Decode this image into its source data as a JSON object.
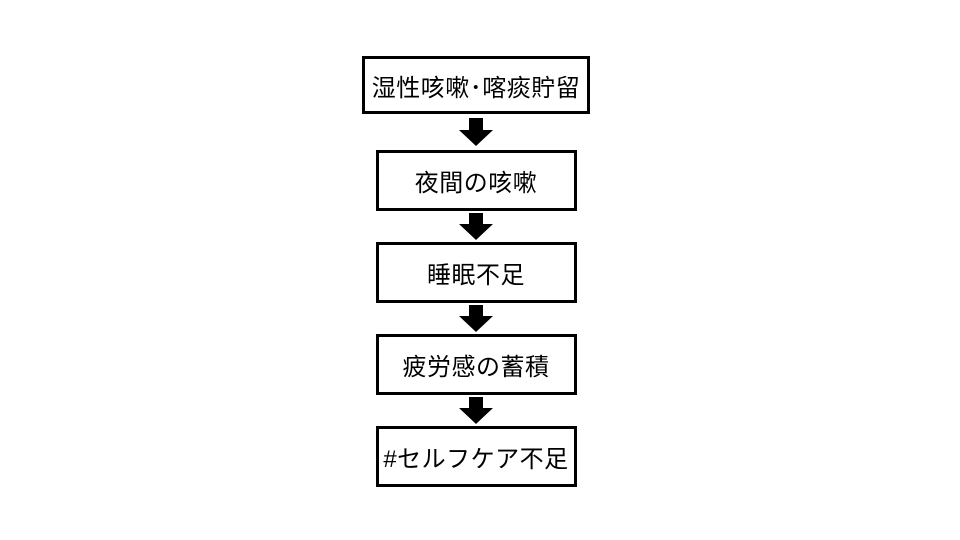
{
  "slide": {
    "background": "#FFFFFF"
  },
  "colors": {
    "box_border": "#000000",
    "box_fill": "#FFFFFF",
    "text": "#000000",
    "arrow": "#000000"
  },
  "flowchart": {
    "type": "vertical-flow",
    "connector": "block-down-arrow",
    "nodes": [
      {
        "label": "湿性咳嗽･喀痰貯留"
      },
      {
        "label": "夜間の咳嗽"
      },
      {
        "label": "睡眠不足"
      },
      {
        "label": "疲労感の蓄積"
      },
      {
        "label": "#セルフケア不足"
      }
    ]
  }
}
